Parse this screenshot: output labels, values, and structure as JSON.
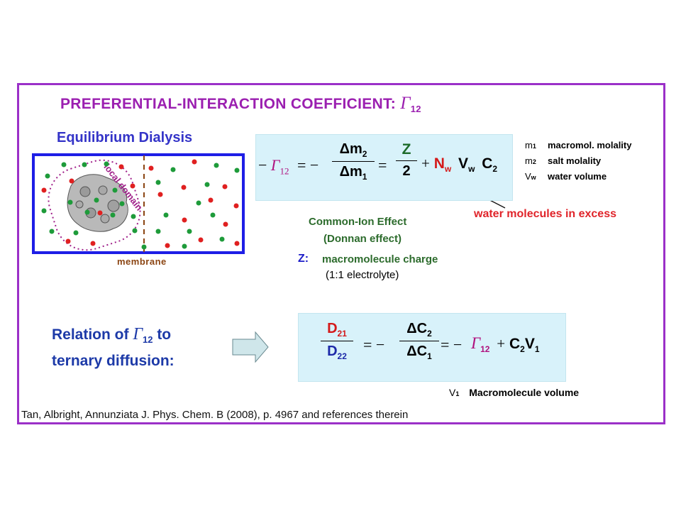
{
  "title": {
    "text": "PREFERENTIAL-INTERACTION COEFFICIENT:",
    "symbol": "Γ",
    "sub": "12"
  },
  "dialysis": {
    "title": "Equilibrium Dialysis",
    "local_domain": "local domain",
    "membrane": "membrane",
    "colors": {
      "red": "#e02020",
      "green": "#1e9b3a",
      "border": "#1e1ee6",
      "membrane": "#8b4513"
    }
  },
  "eq1": {
    "lhs_minus": "−",
    "gamma": "Γ",
    "gamma_sub": "12",
    "eq1": "= −",
    "num1": "Δm",
    "num1_sub": "2",
    "den1": "Δm",
    "den1_sub": "1",
    "eq2": "=",
    "num2": "Z",
    "den2": "2",
    "plus": "+",
    "nw": "N",
    "nw_sub": "w",
    "vw": "V",
    "vw_sub": "w",
    "c2": "C",
    "c2_sub": "2"
  },
  "legend": [
    {
      "sym": "m",
      "sub": "1",
      "text": "macromol. molality"
    },
    {
      "sym": "m",
      "sub": "2",
      "text": "salt molality"
    },
    {
      "sym": "V",
      "sub": "w",
      "text": "water volume"
    }
  ],
  "annotations": {
    "water_excess": "water molecules in excess",
    "common_ion": "Common-Ion Effect",
    "donnan": "(Donnan effect)",
    "z_label": "Z:",
    "z_desc": "macromolecule charge",
    "electrolyte": "(1:1 electrolyte)"
  },
  "relation": {
    "line1_a": "Relation of",
    "gamma": "Γ",
    "sub": "12",
    "line1_b": "to",
    "line2": "ternary diffusion:"
  },
  "eq2": {
    "d21": "D",
    "d21_sub": "21",
    "d22": "D",
    "d22_sub": "22",
    "eq1": "= −",
    "num": "ΔC",
    "num_sub": "2",
    "den": "ΔC",
    "den_sub": "1",
    "eq2": "= −",
    "gamma": "Γ",
    "gamma_sub": "12",
    "plus": "+",
    "c2": "C",
    "c2_sub": "2",
    "v1": "V",
    "v1_sub": "1"
  },
  "macro_volume": {
    "sym": "V",
    "sub": "1",
    "text": "Macromolecule volume"
  },
  "reference": "Tan, Albright, Annunziata J. Phys. Chem. B (2008), p. 4967 and references therein"
}
